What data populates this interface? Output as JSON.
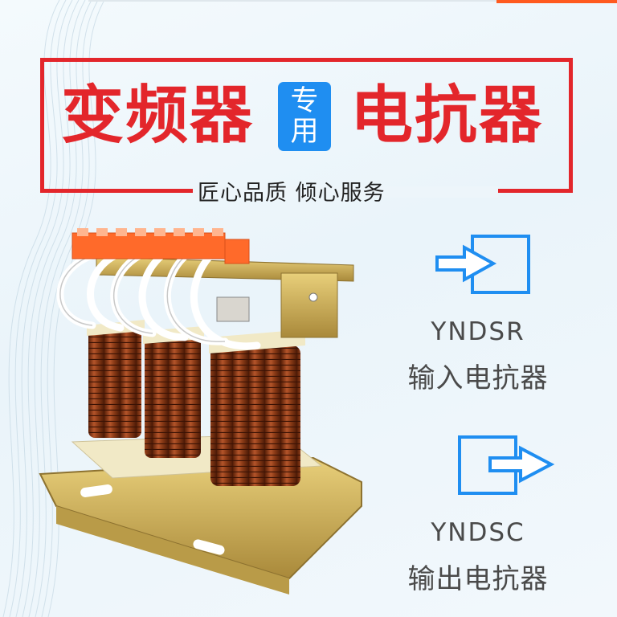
{
  "banner": {
    "title_left": "变频器",
    "badge_line1": "专",
    "badge_line2": "用",
    "title_right": "电抗器",
    "slogan": "匠心品质 倾心服务"
  },
  "products": [
    {
      "code": "YNDSR",
      "name": "输入电抗器",
      "icon": "input-arrow-icon"
    },
    {
      "code": "YNDSC",
      "name": "输出电抗器",
      "icon": "output-arrow-icon"
    }
  ],
  "colors": {
    "accent_red": "#e3262b",
    "badge_blue": "#1f8ef1",
    "icon_blue": "#1f8ef1",
    "copper": "#8a3a16",
    "terminal_orange": "#ff6a2a"
  }
}
